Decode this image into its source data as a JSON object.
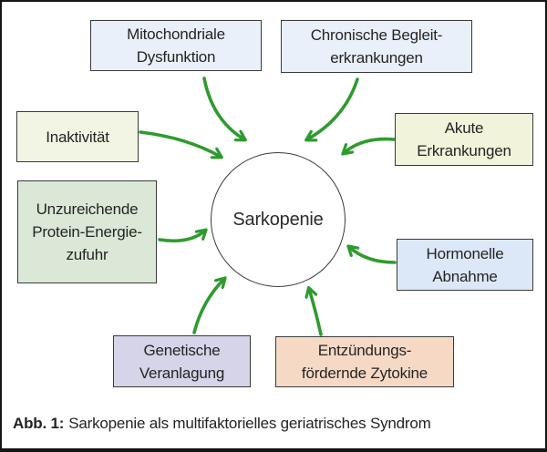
{
  "center": {
    "label": "Sarkopenie"
  },
  "caption": {
    "prefix": "Abb. 1:",
    "text": "Sarkopenie als multifaktorielles geriatrisches Syndrom"
  },
  "colors": {
    "arrow_green": "#2e9b2e",
    "box_border": "#3a3a3a",
    "frame_border": "#151515",
    "text": "#242424"
  },
  "factors": [
    {
      "name": "mitochondrial-dysfunction",
      "lines": [
        "Mitochondriale",
        "Dysfunktion"
      ],
      "fill": "#eaf0fa"
    },
    {
      "name": "chronic-comorbidities",
      "lines": [
        "Chronische Begleit-",
        "erkrankungen"
      ],
      "fill": "#eaf0fa"
    },
    {
      "name": "inactivity",
      "lines": [
        "Inaktivität"
      ],
      "fill": "#f2f4e4"
    },
    {
      "name": "acute-illnesses",
      "lines": [
        "Akute",
        "Erkrankungen"
      ],
      "fill": "#f1f3da"
    },
    {
      "name": "insufficient-protein-energy-intake",
      "lines": [
        "Unzureichende",
        "Protein-Energie-",
        "zufuhr"
      ],
      "fill": "#dbe8d7"
    },
    {
      "name": "hormonal-decline",
      "lines": [
        "Hormonelle",
        "Abnahme"
      ],
      "fill": "#dce8f8"
    },
    {
      "name": "genetic-predisposition",
      "lines": [
        "Genetische",
        "Veranlagung"
      ],
      "fill": "#d5d4e8"
    },
    {
      "name": "inflammatory-cytokines",
      "lines": [
        "Entzündungs-",
        "fördernde Zytokine"
      ],
      "fill": "#f6d9c4"
    }
  ]
}
